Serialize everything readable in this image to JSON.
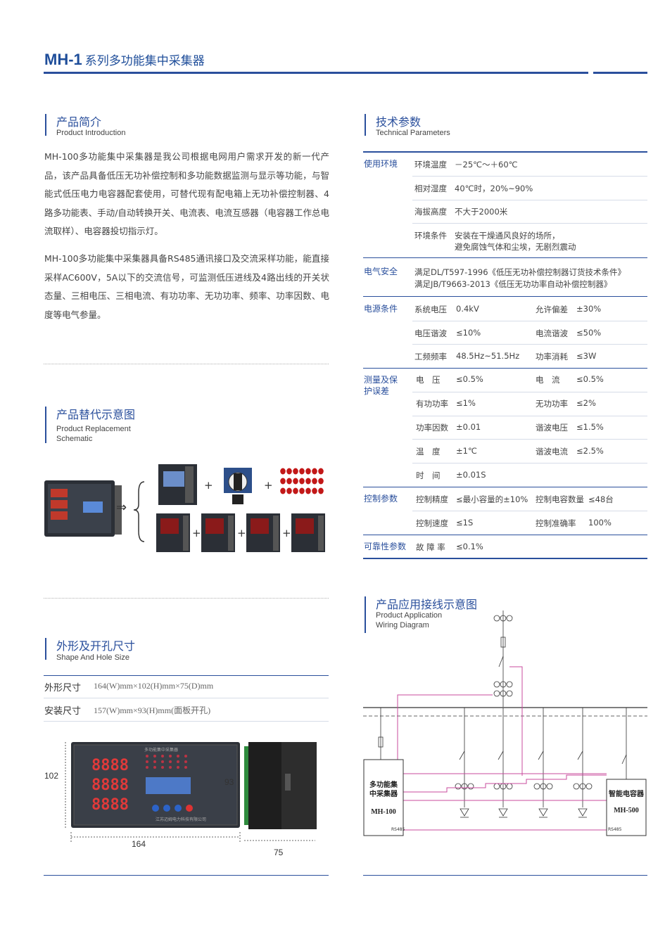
{
  "header": {
    "model": "MH-1",
    "name": "系列多功能集中采集器"
  },
  "intro": {
    "title_cn": "产品简介",
    "title_en": "Product Introduction",
    "para1": "MH-100多功能集中采集器是我公司根据电网用户需求开发的新一代产品，该产品具备低压无功补偿控制和多功能数据监测与显示等功能，与智能式低压电力电容器配套使用，可替代现有配电箱上无功补偿控制器、4路多功能表、手动/自动转换开关、电流表、电流互感器（电容器工作总电流取样）、电容器投切指示灯。",
    "para2": "MH-100多功能集中采集器具备RS485通讯接口及交流采样功能，能直接采样AC600V，5A以下的交流信号，可监测低压进线及4路出线的开关状态量、三相电压、三相电流、有功功率、无功功率、频率、功率因数、电度等电气参量。"
  },
  "replacement": {
    "title_cn": "产品替代示意图",
    "title_en_1": "Product Replacement",
    "title_en_2": "Schematic",
    "arrow": "⇒",
    "plus": "+"
  },
  "shape": {
    "title_cn": "外形及开孔尺寸",
    "title_en": "Shape And Hole Size",
    "rows": [
      {
        "label": "外形尺寸",
        "value": "164(W)mm×102(H)mm×75(D)mm"
      },
      {
        "label": "安装尺寸",
        "value": "157(W)mm×93(H)mm(面板开孔)"
      }
    ],
    "front_height": "102",
    "front_width": "164",
    "side_height": "93",
    "side_depth": "75",
    "panel_caption": "多功能集中采集器",
    "panel_maker": "江苏迈姆电力科技有限公司"
  },
  "tech": {
    "title_cn": "技术参数",
    "title_en": "Technical Parameters",
    "cats": {
      "env": "使用环境",
      "safety": "电气安全",
      "power": "电源条件",
      "measure": "测量及保护误差",
      "control": "控制参数",
      "reliability": "可靠性参数"
    },
    "env": {
      "temp_k": "环境温度",
      "temp_v": "－25℃～＋60℃",
      "hum_k": "相对湿度",
      "hum_v": "40℃时，20%~90%",
      "alt_k": "海拔高度",
      "alt_v": "不大于2000米",
      "cond_k": "环境条件",
      "cond_v1": "安装在干燥通风良好的场所，",
      "cond_v2": "避免腐蚀气体和尘埃，无剧烈震动"
    },
    "safety": {
      "l1": "满足DL/T597-1996《低压无功补偿控制器订货技术条件》",
      "l2": "满足JB/T9663-2013《低压无功功率自动补偿控制器》"
    },
    "power": {
      "sv_k": "系统电压",
      "sv_v": "0.4kV",
      "dev_k": "允许偏差",
      "dev_v": "±30%",
      "vh_k": "电压谐波",
      "vh_v": "≤10%",
      "ih_k": "电流谐波",
      "ih_v": "≤50%",
      "f_k": "工频频率",
      "f_v": "48.5Hz~51.5Hz",
      "pc_k": "功率消耗",
      "pc_v": "≤3W"
    },
    "measure": {
      "u_k": "电　压",
      "u_v": "≤0.5%",
      "i_k": "电　流",
      "i_v": "≤0.5%",
      "p_k": "有功功率",
      "p_v": "≤1%",
      "q_k": "无功功率",
      "q_v": "≤2%",
      "pf_k": "功率因数",
      "pf_v": "±0.01",
      "hu_k": "谐波电压",
      "hu_v": "≤1.5%",
      "t_k": "温　度",
      "t_v": "±1℃",
      "hi_k": "谐波电流",
      "hi_v": "≤2.5%",
      "tm_k": "时　间",
      "tm_v": "±0.01S"
    },
    "control": {
      "acc_k": "控制精度",
      "acc_v": "≤最小容量的±10%",
      "num_k": "控制电容数量",
      "num_v": "≤48台",
      "spd_k": "控制速度",
      "spd_v": "≤1S",
      "ok_k": "控制准确率",
      "ok_v": "100%"
    },
    "reliability": {
      "k": "故 障 率",
      "v": "≤0.1%"
    }
  },
  "wiring": {
    "title_cn": "产品应用接线示意图",
    "title_en_1": "Product Application",
    "title_en_2": "Wiring Diagram",
    "box1_l1": "多功能集",
    "box1_l2": "中采集器",
    "box1_model": "MH-100",
    "box2_l1": "智能电容器",
    "box2_model": "MH-500",
    "rs485": "RS485",
    "colors": {
      "bus": "#333333",
      "signal": "#c84b9e"
    }
  }
}
